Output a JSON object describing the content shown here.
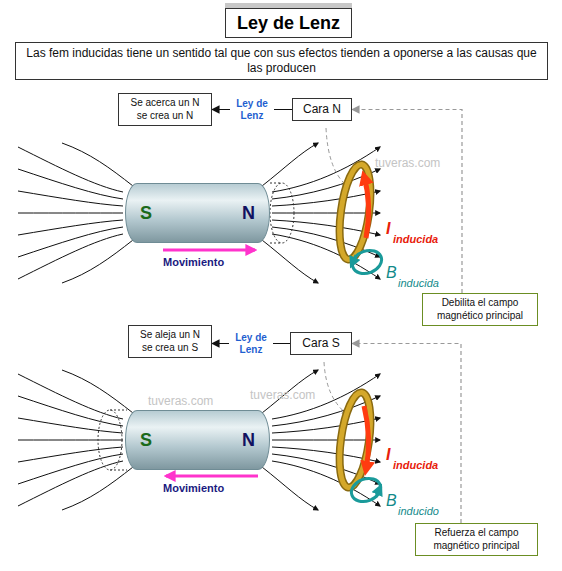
{
  "diagram": {
    "title": "Ley de Lenz",
    "nodes": [
      {
        "text": [
          "Las fem inducidas tiene un sentido tal que con sus efectos tienden a oponerse a las causas que las producen"
        ]
      },
      {
        "text": [
          "Se acerca un N se crea un N"
        ]
      },
      {
        "text": [
          "Cara N"
        ]
      },
      {
        "text": [
          "S",
          "N"
        ]
      },
      {
        "text": [
          "Debilita el campo magnético principal"
        ]
      },
      {
        "text": [
          "Se aleja un N se crea un S"
        ]
      },
      {
        "text": [
          "Cara S"
        ]
      },
      {
        "text": [
          "S",
          "N"
        ]
      },
      {
        "text": [
          "Refuerza el campo magnético principal"
        ]
      }
    ],
    "edges": [
      {
        "from": 2,
        "to": 1,
        "arrow": "to",
        "label": "Ley de Lenz"
      },
      {
        "from": 4,
        "to": 2,
        "arrow": "to"
      },
      {
        "from": 6,
        "to": 5,
        "arrow": "to",
        "label": "Ley de Lenz"
      },
      {
        "from": 8,
        "to": 6,
        "arrow": "to"
      }
    ],
    "labels": [
      "tuveras.com",
      "Movimiento",
      "I",
      "inducida",
      "B",
      "inducida",
      "tuveras.com",
      "tuveras.com",
      "Movimiento",
      "I",
      "inducida",
      "B",
      "inducido"
    ]
  }
}
